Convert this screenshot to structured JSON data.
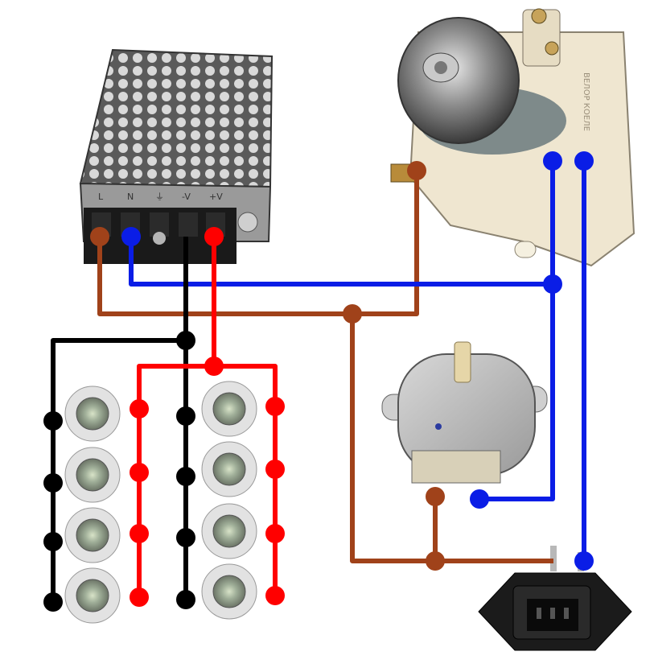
{
  "diagram": {
    "components": {
      "power_supply": {
        "name": "power-supply",
        "terminal_labels": [
          "L",
          "N",
          "⏚",
          "-V",
          "+V"
        ]
      },
      "timer_motor": {
        "name": "timer-motor",
        "body_text": "ВЕЛОР  КОЕЛЕ"
      },
      "turntable_motor": {
        "name": "turntable-motor"
      },
      "iec_inlet": {
        "name": "iec-power-inlet"
      },
      "leds": {
        "name": "power-led",
        "count": 8
      }
    },
    "wire_colors": {
      "live": "#a0421a",
      "neutral": "#0a1de6",
      "dc_negative": "#000000",
      "dc_positive": "#ff0000"
    }
  }
}
